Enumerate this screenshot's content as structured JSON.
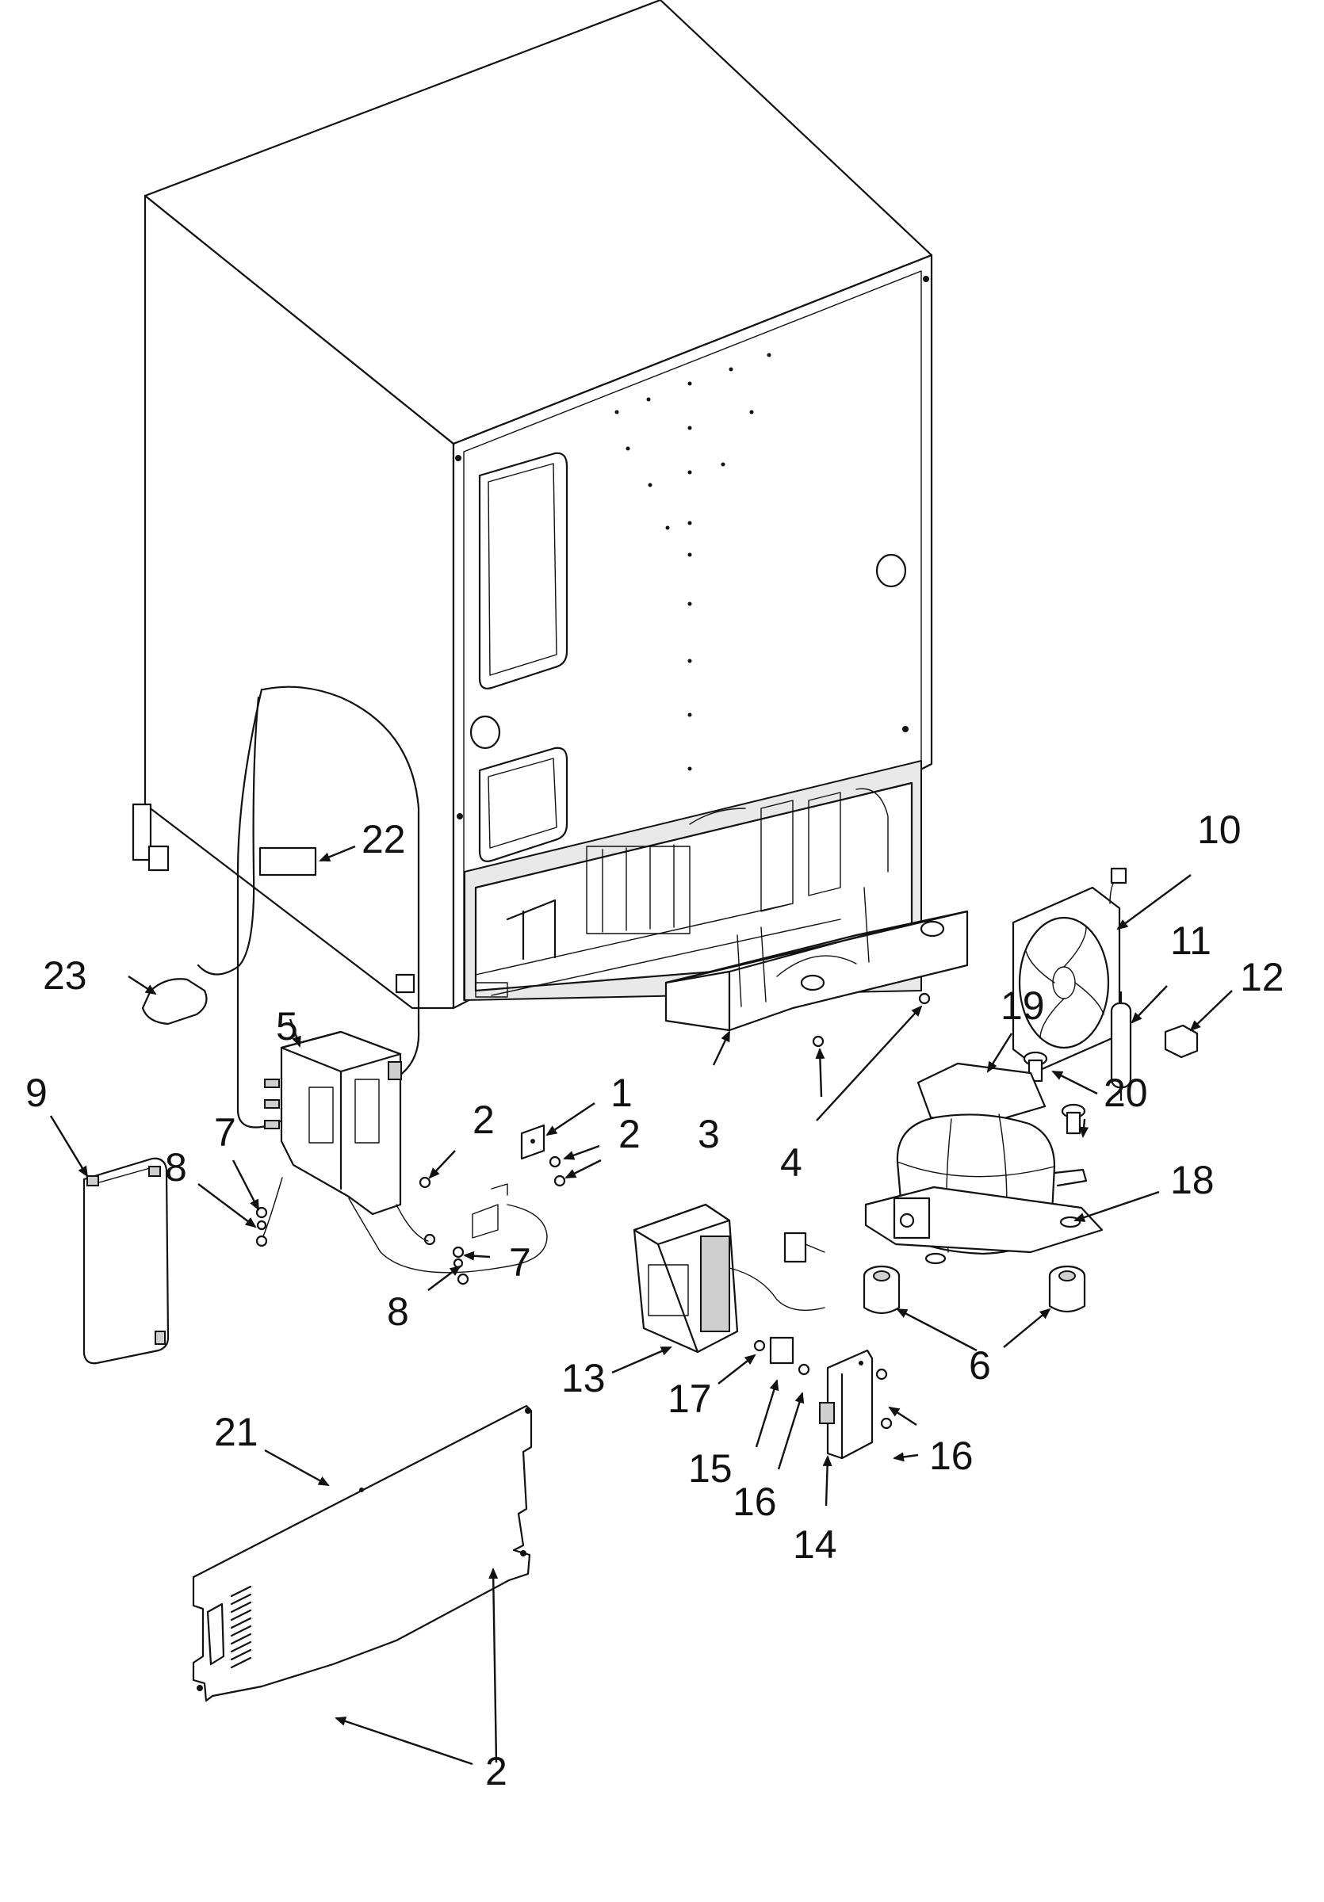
{
  "callouts": [
    {
      "id": "c1",
      "label": "1"
    },
    {
      "id": "c2a",
      "label": "2"
    },
    {
      "id": "c2b",
      "label": "2"
    },
    {
      "id": "c2c",
      "label": "2"
    },
    {
      "id": "c3",
      "label": "3"
    },
    {
      "id": "c4",
      "label": "4"
    },
    {
      "id": "c5",
      "label": "5"
    },
    {
      "id": "c6",
      "label": "6"
    },
    {
      "id": "c7a",
      "label": "7"
    },
    {
      "id": "c7b",
      "label": "7"
    },
    {
      "id": "c8a",
      "label": "8"
    },
    {
      "id": "c8b",
      "label": "8"
    },
    {
      "id": "c9",
      "label": "9"
    },
    {
      "id": "c10",
      "label": "10"
    },
    {
      "id": "c11",
      "label": "11"
    },
    {
      "id": "c12",
      "label": "12"
    },
    {
      "id": "c13",
      "label": "13"
    },
    {
      "id": "c14",
      "label": "14"
    },
    {
      "id": "c15",
      "label": "15"
    },
    {
      "id": "c16a",
      "label": "16"
    },
    {
      "id": "c16b",
      "label": "16"
    },
    {
      "id": "c17",
      "label": "17"
    },
    {
      "id": "c18",
      "label": "18"
    },
    {
      "id": "c19",
      "label": "19"
    },
    {
      "id": "c20",
      "label": "20"
    },
    {
      "id": "c21",
      "label": "21"
    },
    {
      "id": "c22",
      "label": "22"
    }
  ],
  "callout_23": "23"
}
